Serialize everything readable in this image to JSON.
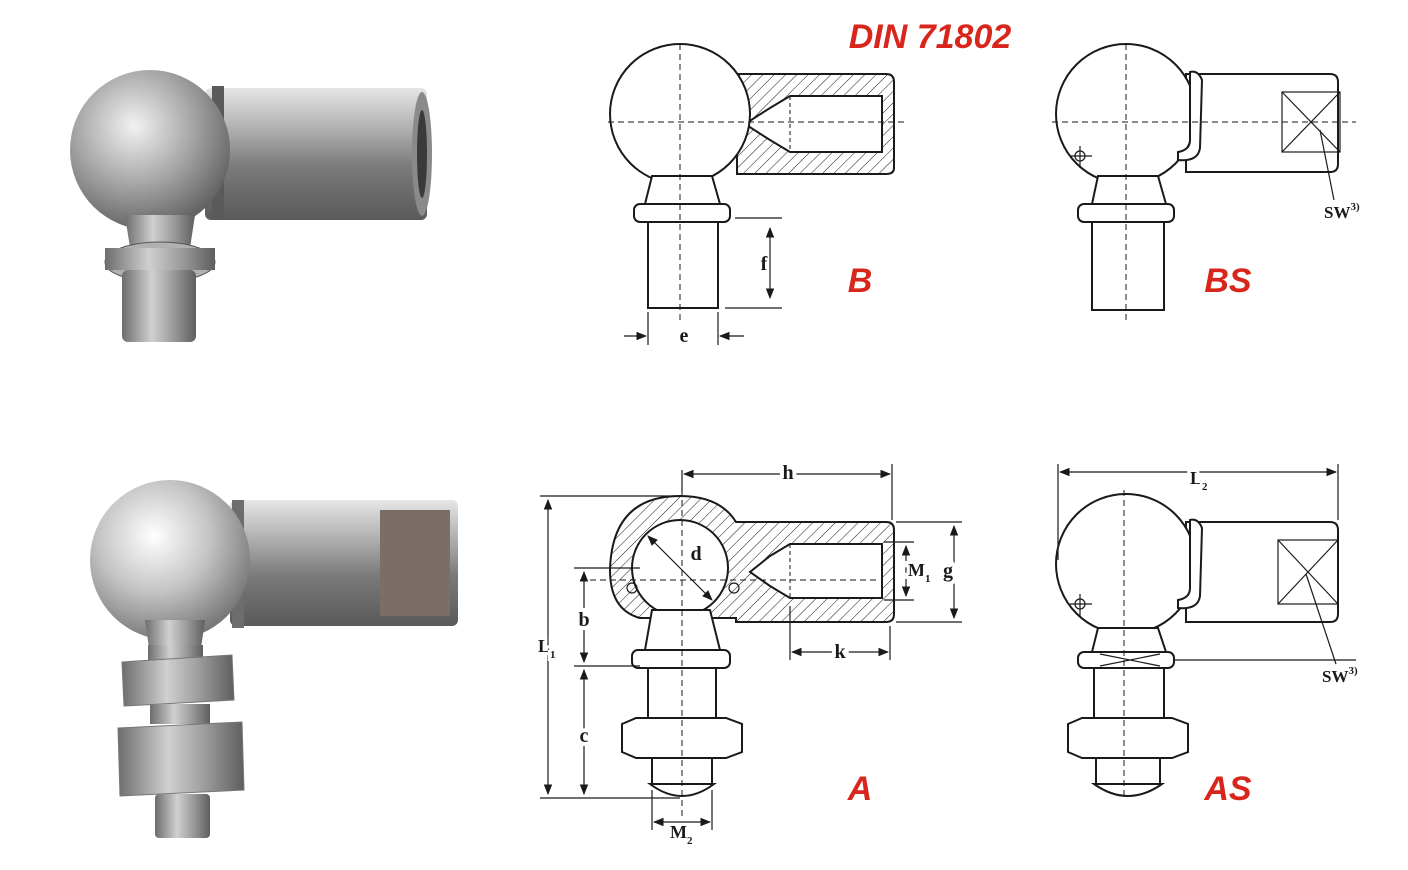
{
  "title": "DIN 71802",
  "variants": {
    "b": "B",
    "bs": "BS",
    "a": "A",
    "as": "AS"
  },
  "dimensions": {
    "e": "e",
    "f": "f",
    "h": "h",
    "d": "d",
    "b": "b",
    "c": "c",
    "k": "k",
    "g": "g",
    "m1": "M",
    "m1_sub": "1",
    "m2": "M",
    "m2_sub": "2",
    "l1": "L",
    "l1_sub": "1",
    "l2": "L",
    "l2_sub": "2",
    "sw": "SW",
    "sw_sup": "3)"
  },
  "colors": {
    "accent": "#d9261c",
    "line": "#1a1a1a",
    "metal": "#b8b8b8"
  }
}
